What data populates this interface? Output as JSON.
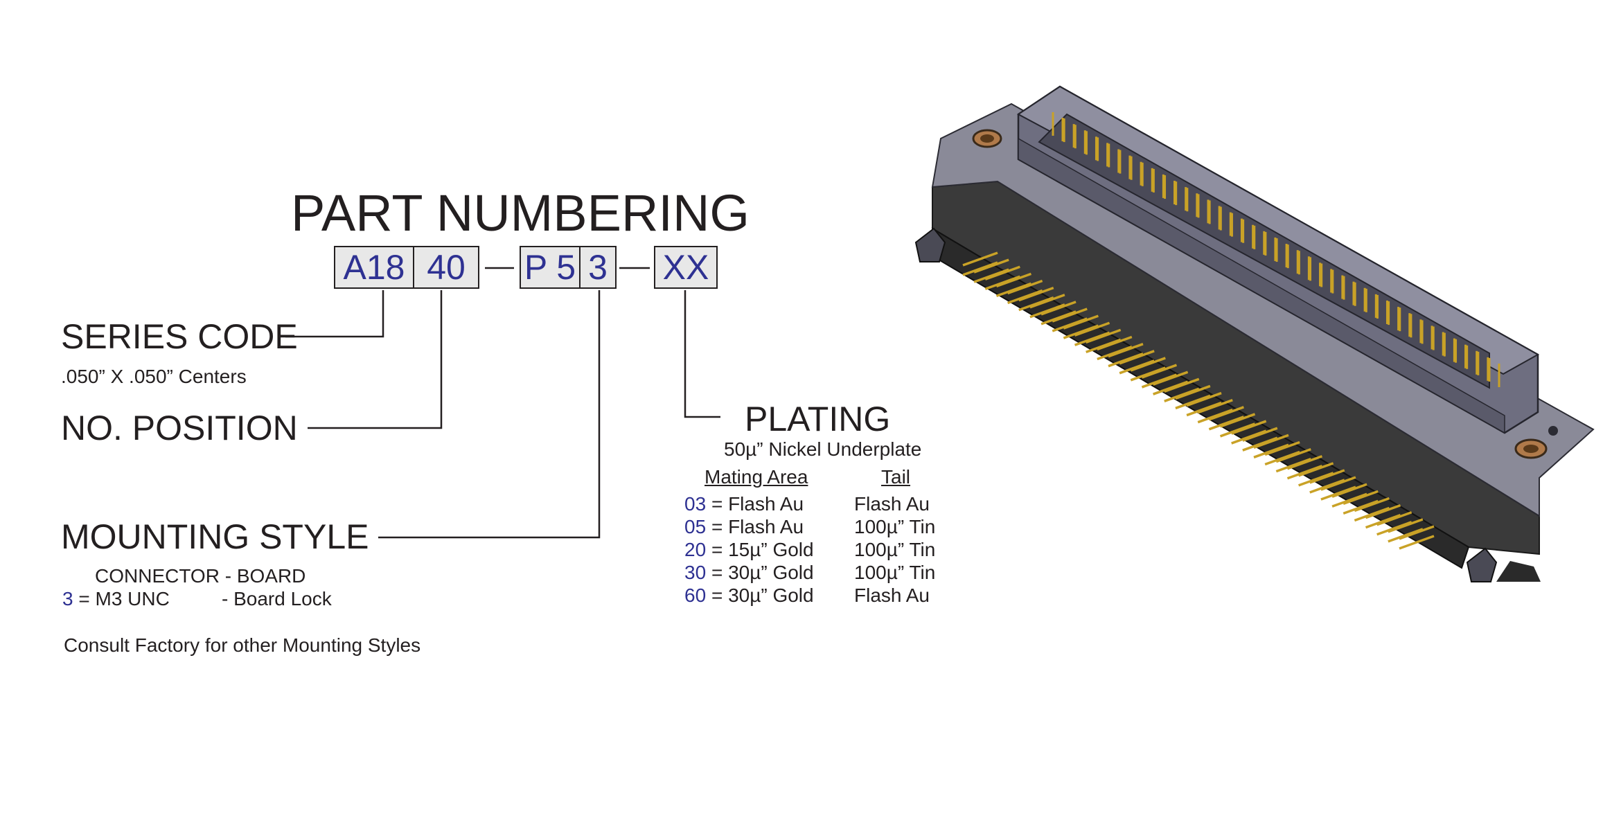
{
  "title": "PART NUMBERING",
  "part_number": {
    "segments": [
      "A18",
      "40",
      "P 5",
      "3",
      "XX"
    ]
  },
  "series_code": {
    "heading": "SERIES CODE",
    "description": ".050” X .050” Centers"
  },
  "no_position": {
    "heading": "NO. POSITION"
  },
  "mounting_style": {
    "heading": "MOUNTING STYLE",
    "column_header": "CONNECTOR - BOARD",
    "options": [
      {
        "code": "3",
        "connector": "= M3 UNC",
        "board": "- Board Lock"
      }
    ],
    "note": "Consult Factory for other Mounting Styles"
  },
  "plating": {
    "heading": "PLATING",
    "underplate": "50µ” Nickel Underplate",
    "col_mating": "Mating Area",
    "col_tail": "Tail",
    "options": [
      {
        "code": "03",
        "mating": "= Flash Au",
        "tail": "Flash Au"
      },
      {
        "code": "05",
        "mating": "= Flash Au",
        "tail": "100µ” Tin"
      },
      {
        "code": "20",
        "mating": "= 15µ” Gold",
        "tail": "100µ” Tin"
      },
      {
        "code": "30",
        "mating": "= 30µ” Gold",
        "tail": "100µ” Tin"
      },
      {
        "code": "60",
        "mating": "= 30µ” Gold",
        "tail": "Flash Au"
      }
    ]
  },
  "colors": {
    "code_blue": "#2e3192",
    "text": "#231f20",
    "box_fill": "#e8e8e8",
    "housing": "#6e6e80",
    "pin_gold": "#c9a227"
  }
}
